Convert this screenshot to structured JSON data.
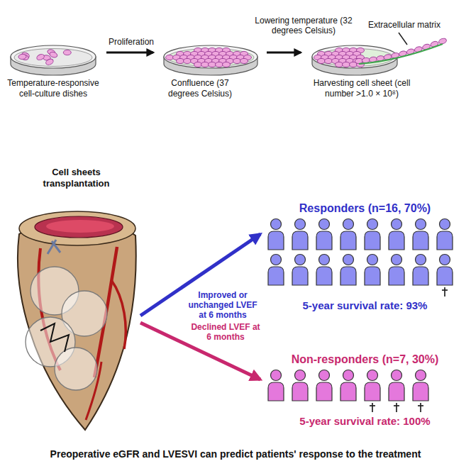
{
  "diagram": {
    "caption": "Preoperative eGFR and LVESVI can predict patients' response to the treatment",
    "nodes": [
      {
        "text": [
          "Temperature-responsive cell-culture dishes"
        ]
      },
      {
        "text": [
          "Confluence (37 degrees Celsius)"
        ]
      },
      {
        "text": [
          "Harvesting cell sheet (cell number >1.0 × 10⁸)"
        ]
      },
      {
        "text": [
          "Cell sheets transplantation"
        ]
      },
      {
        "text": [
          "Responders (n=16, 70%)",
          "5-year survival rate: 93%"
        ]
      },
      {
        "text": [
          "Non-responders (n=7, 30%)",
          "5-year survival rate: 100%"
        ]
      }
    ],
    "edges": [
      {
        "from": 0,
        "to": 1,
        "arrow": "to",
        "label": "Proliferation"
      },
      {
        "from": 1,
        "to": 2,
        "arrow": "to",
        "label": "Lowering temperature (32 degrees Celsius)"
      },
      {
        "from": 3,
        "to": 4,
        "arrow": "to",
        "label": "Improved or unchanged LVEF at 6 months"
      },
      {
        "from": 3,
        "to": 5,
        "arrow": "to",
        "label": "Declined LVEF at 6 months"
      }
    ],
    "labels": [
      "Extracellular matrix"
    ]
  }
}
